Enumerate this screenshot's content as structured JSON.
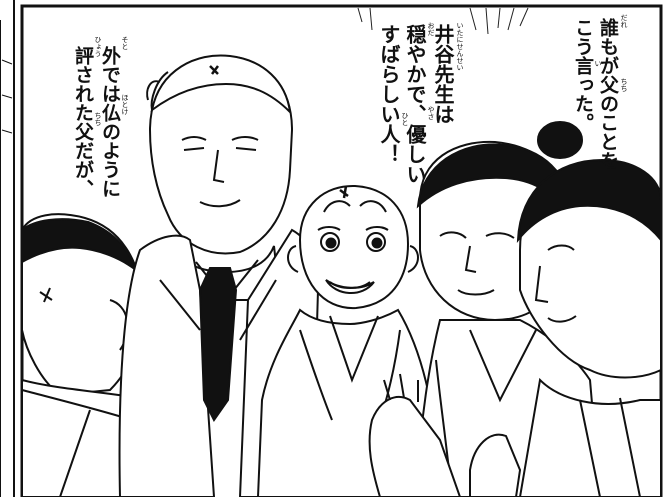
{
  "speech": {
    "top_right": {
      "line1": "誰もが父のことを",
      "line2": "こう言った。"
    },
    "center": {
      "line1": "井谷先生は",
      "line2": "穏やかで、優しい",
      "line3": "すばらしい人！"
    },
    "left": {
      "line1": "外では仏のように",
      "line2": "評された父だが、"
    }
  },
  "furigana": {
    "dare": "だれ",
    "chichi_1": "ちち",
    "i": "い",
    "itani_sensei": "いたにせんせい",
    "odayaka": "おだ",
    "yasa": "やさ",
    "hito": "ひと",
    "soto": "そと",
    "hotoke": "ほとけ",
    "hyou": "ひょう",
    "chichi_2": "ちち"
  }
}
